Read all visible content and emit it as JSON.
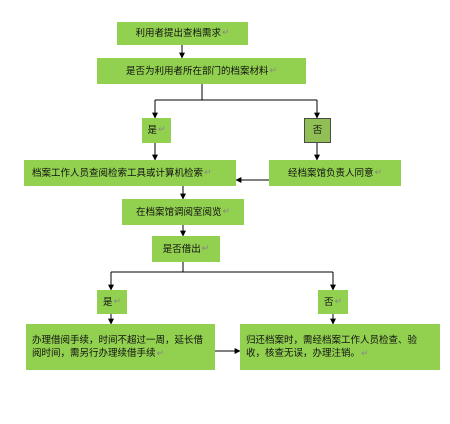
{
  "flowchart": {
    "step_request": "利用者提出查档需求",
    "decision_own_department": "是否为利用者所在部门的档案材料",
    "branch_yes": "是",
    "branch_no": "否",
    "step_staff_search": "档案工作人员查阅检索工具或计算机检索",
    "step_director_approval": "经档案馆负责人同意",
    "step_reading_room": "在档案馆调阅室阅览",
    "decision_borrow": "是否借出",
    "branch_yes_2": "是",
    "branch_no_2": "否",
    "step_borrow_procedure": "办理借阅手续，时间不超过一周，延长借阅时间，需另行办理续借手续",
    "step_return": "归还档案时，需经档案工作人员检查、验收，核查无误，办理注销。",
    "paragraph_mark": "↵"
  },
  "colors": {
    "box_fill": "#92d050",
    "no_box_fill": "#8fbf55",
    "line": "#000000",
    "text": "#111111"
  }
}
